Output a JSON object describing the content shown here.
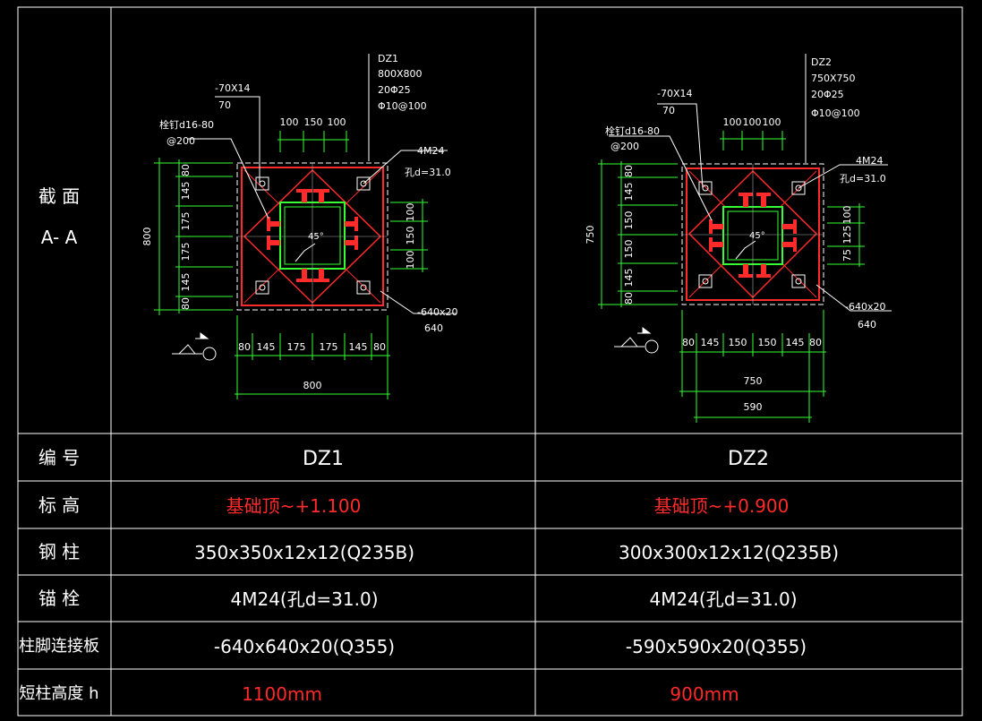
{
  "colors": {
    "background": "#000000",
    "grid": "#ffffff",
    "text": "#ffffff",
    "highlight": "#ff2a2a",
    "dimension": "#33ff33",
    "column": "#33ff33",
    "plate": "#ff2a2a"
  },
  "rows": {
    "section_label_1": "截 面",
    "section_label_2": "A- A",
    "number": "编 号",
    "elevation": "标 高",
    "steel_column": "钢 柱",
    "anchor_bolt": "锚 栓",
    "base_plate": "柱脚连接板",
    "short_column_height": "短柱高度 h"
  },
  "columns": [
    {
      "id": "DZ1",
      "elevation": "基础顶~+1.100",
      "steel_column": "350x350x12x12(Q235B)",
      "anchor_bolt": "4M24(孔d=31.0)",
      "base_plate": "-640x640x20(Q355)",
      "short_column_height": "1100mm",
      "drawing": {
        "tag_name": "DZ1",
        "tag_size": "800X800",
        "tag_rebar": "20Φ25",
        "tag_stirrup": "Φ10@100",
        "stiffener_1": "-70X14",
        "stiffener_2": "70",
        "stud_1": "栓钉d16-80",
        "stud_2": "@200",
        "bolt_1": "4M24",
        "bolt_2": "孔d=31.0",
        "plate_1": "-640x20",
        "plate_2": "640",
        "angle": "45°",
        "top_dims": [
          "100",
          "150",
          "100"
        ],
        "left_dims": [
          "80",
          "145",
          "175",
          "175",
          "145",
          "80"
        ],
        "left_total": "800",
        "right_dims": [
          "100",
          "150",
          "100"
        ],
        "bottom_dims": [
          "80",
          "145",
          "175",
          "175",
          "145",
          "80"
        ],
        "bottom_total": "800"
      }
    },
    {
      "id": "DZ2",
      "elevation": "基础顶~+0.900",
      "steel_column": "300x300x12x12(Q235B)",
      "anchor_bolt": "4M24(孔d=31.0)",
      "base_plate": "-590x590x20(Q355)",
      "short_column_height": "900mm",
      "drawing": {
        "tag_name": "DZ2",
        "tag_size": "750X750",
        "tag_rebar": "20Φ25",
        "tag_stirrup": "Φ10@100",
        "stiffener_1": "-70X14",
        "stiffener_2": "70",
        "stud_1": "栓钉d16-80",
        "stud_2": "@200",
        "bolt_1": "4M24",
        "bolt_2": "孔d=31.0",
        "plate_1": "-640x20",
        "plate_2": "640",
        "angle": "45°",
        "top_dims": [
          "100",
          "100",
          "100"
        ],
        "left_dims": [
          "80",
          "145",
          "150",
          "150",
          "145",
          "80"
        ],
        "left_total": "750",
        "right_dims": [
          "100",
          "125",
          "75"
        ],
        "bottom_dims": [
          "80",
          "145",
          "150",
          "150",
          "145",
          "80"
        ],
        "bottom_total": "750",
        "bottom_total_2": "590"
      }
    }
  ]
}
